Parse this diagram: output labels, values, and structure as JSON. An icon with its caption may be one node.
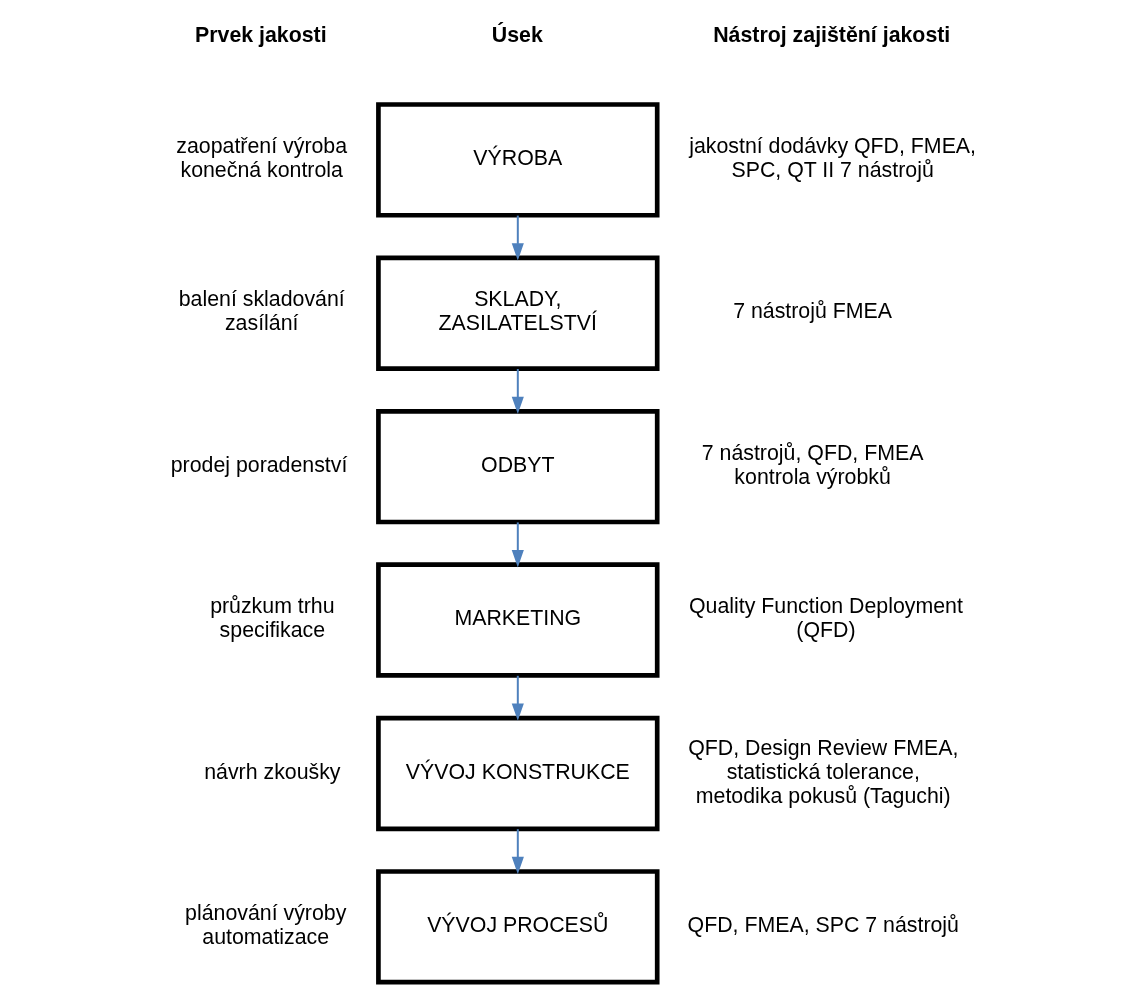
{
  "diagram": {
    "nodes": [
      {
        "text": [
          "VÝROBA"
        ],
        "beside": [
          "zaopatření výroba konečná kontrola",
          "jakostní dodávky QFD, FMEA, SPC, QT II 7 nástrojů"
        ]
      },
      {
        "text": [
          "SKLADY, ZASILATELSTVÍ"
        ],
        "beside": [
          "balení skladování zasílání",
          "7 nástrojů FMEA"
        ]
      },
      {
        "text": [
          "ODBYT"
        ],
        "beside": [
          "prodej poradenství",
          "7 nástrojů, QFD, FMEA kontrola výrobků"
        ]
      },
      {
        "text": [
          "MARKETING"
        ],
        "beside": [
          "průzkum trhu specifikace",
          "Quality Function Deployment (QFD)"
        ]
      },
      {
        "text": [
          "VÝVOJ KONSTRUKCE"
        ],
        "beside": [
          "návrh zkoušky",
          "QFD, Design Review FMEA, statistická tolerance, metodika pokusů (Taguchi)"
        ]
      },
      {
        "text": [
          "VÝVOJ PROCESŮ"
        ],
        "beside": [
          "plánování výroby automatizace",
          "QFD, FMEA, SPC 7 nástrojů"
        ]
      }
    ],
    "edges": [
      {
        "from": 0,
        "to": 1,
        "arrow": "to"
      },
      {
        "from": 1,
        "to": 2,
        "arrow": "to"
      },
      {
        "from": 2,
        "to": 3,
        "arrow": "to"
      },
      {
        "from": 3,
        "to": 4,
        "arrow": "to"
      },
      {
        "from": 4,
        "to": 5,
        "arrow": "to"
      }
    ],
    "labels": [
      "Prvek jakosti",
      "Úsek",
      "Nástroj zajištění jakosti"
    ]
  }
}
